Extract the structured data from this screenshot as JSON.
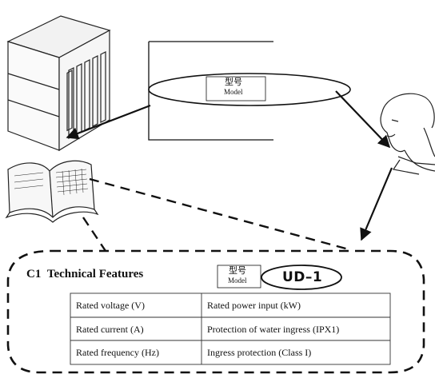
{
  "plate_label": {
    "cn": "型号",
    "en": "Model"
  },
  "section": {
    "number": "C1",
    "title": "Technical Features"
  },
  "table_label": {
    "cn": "型号",
    "en": "Model"
  },
  "model_value": "UD–1",
  "table": {
    "rows": [
      [
        "Rated voltage (V)",
        "Rated power input (kW)"
      ],
      [
        "Rated current (A)",
        "Protection of water ingress (IPX1)"
      ],
      [
        "Rated frequency (Hz)",
        "Ingress protection (Class I)"
      ]
    ]
  },
  "colors": {
    "line": "#111111",
    "background": "#ffffff"
  }
}
